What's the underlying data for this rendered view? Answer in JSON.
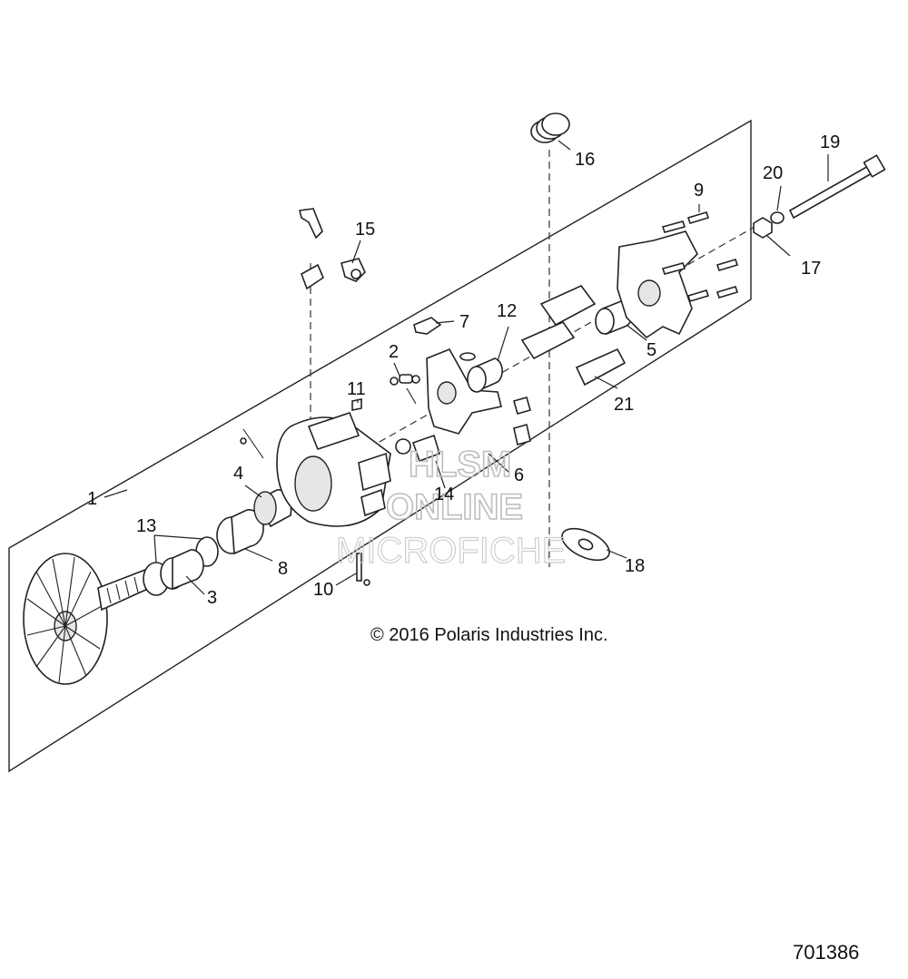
{
  "callouts": [
    {
      "id": "c1",
      "label": "1"
    },
    {
      "id": "c2",
      "label": "2"
    },
    {
      "id": "c3",
      "label": "3"
    },
    {
      "id": "c4",
      "label": "4"
    },
    {
      "id": "c5",
      "label": "5"
    },
    {
      "id": "c6",
      "label": "6"
    },
    {
      "id": "c7",
      "label": "7"
    },
    {
      "id": "c8",
      "label": "8"
    },
    {
      "id": "c9",
      "label": "9"
    },
    {
      "id": "c10",
      "label": "10"
    },
    {
      "id": "c11",
      "label": "11"
    },
    {
      "id": "c12",
      "label": "12"
    },
    {
      "id": "c13",
      "label": "13"
    },
    {
      "id": "c14",
      "label": "14"
    },
    {
      "id": "c15",
      "label": "15"
    },
    {
      "id": "c16",
      "label": "16"
    },
    {
      "id": "c17",
      "label": "17"
    },
    {
      "id": "c18",
      "label": "18"
    },
    {
      "id": "c19",
      "label": "19"
    },
    {
      "id": "c20",
      "label": "20"
    },
    {
      "id": "c21",
      "label": "21"
    }
  ],
  "copyright": "© 2016 Polaris Industries Inc.",
  "figure_number": "701386",
  "watermark": {
    "line1": "HLSM",
    "line2": "ONLINE",
    "line3": "MICROFICHE"
  }
}
